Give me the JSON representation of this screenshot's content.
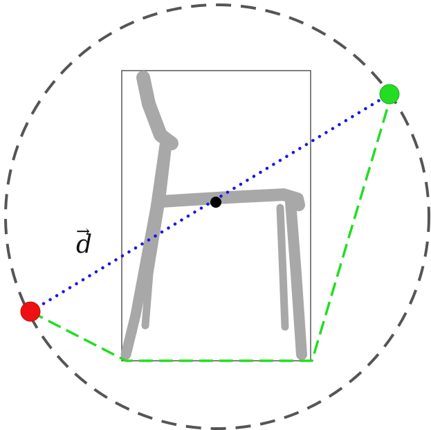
{
  "vector_label": {
    "letter": "d",
    "arrow": "→"
  },
  "colors": {
    "circle": "#555555",
    "frame": "#555555",
    "chair": "#a8a8a8",
    "vector_line": "#1515ee",
    "polygon": "#22dd22",
    "endpoint_start": "#ee1111",
    "endpoint_end": "#22dd22",
    "center": "#000000"
  },
  "elements": {
    "circle": "dashed-circle",
    "frame": "bounding-box",
    "object": "chair-silhouette",
    "vector": "dotted-vector",
    "outline": "dashed-polygon"
  }
}
